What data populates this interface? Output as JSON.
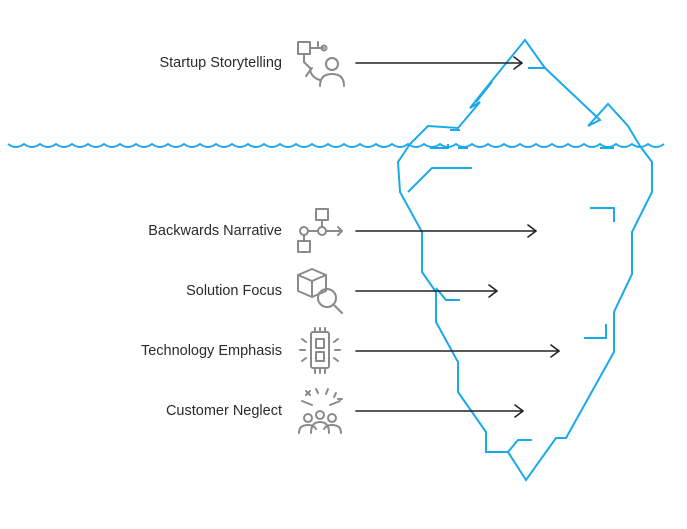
{
  "layers": [
    {
      "label": "Startup Storytelling",
      "icon": "person-with-flowchart-icon"
    },
    {
      "label": "Backwards Narrative",
      "icon": "flowchart-icon"
    },
    {
      "label": "Solution Focus",
      "icon": "cube-magnifier-icon"
    },
    {
      "label": "Technology Emphasis",
      "icon": "glowing-device-icon"
    },
    {
      "label": "Customer Neglect",
      "icon": "crowd-icon"
    }
  ],
  "colors": {
    "ice": "#1aa9ea",
    "text": "#2b2b2b",
    "icon": "#8a8a8a",
    "arrow": "#222222"
  }
}
